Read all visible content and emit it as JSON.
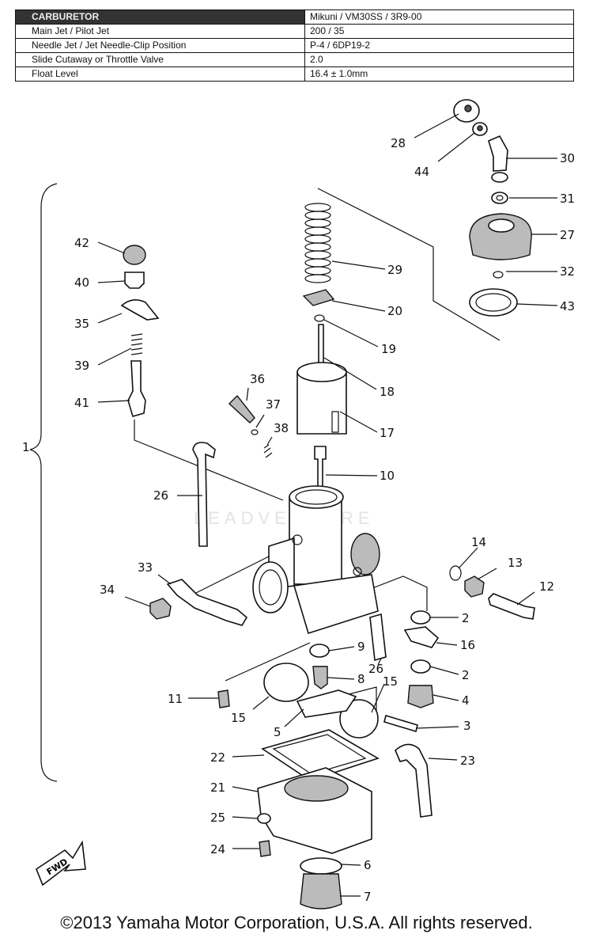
{
  "spec_table": {
    "rows": [
      {
        "label": "CARBURETOR",
        "value": "Mikuni / VM30SS / 3R9-00"
      },
      {
        "label": "Main Jet / Pilot Jet",
        "value": "200 / 35"
      },
      {
        "label": "Needle Jet / Jet Needle-Clip Position",
        "value": "P-4 / 6DP19-2"
      },
      {
        "label": "Slide Cutaway or Throttle Valve",
        "value": "2.0"
      },
      {
        "label": "Float Level",
        "value": "16.4 ± 1.0mm"
      }
    ]
  },
  "callouts": {
    "c1": "1",
    "c2a": "2",
    "c2b": "2",
    "c3": "3",
    "c4": "4",
    "c5": "5",
    "c6": "6",
    "c7": "7",
    "c8": "8",
    "c9": "9",
    "c10": "10",
    "c11": "11",
    "c12": "12",
    "c13": "13",
    "c14": "14",
    "c15a": "15",
    "c15b": "15",
    "c16": "16",
    "c17": "17",
    "c18": "18",
    "c19": "19",
    "c20": "20",
    "c21": "21",
    "c22": "22",
    "c23": "23",
    "c24": "24",
    "c25": "25",
    "c26a": "26",
    "c26b": "26",
    "c27": "27",
    "c28": "28",
    "c29": "29",
    "c30": "30",
    "c31": "31",
    "c32": "32",
    "c33": "33",
    "c34": "34",
    "c35": "35",
    "c36": "36",
    "c37": "37",
    "c38": "38",
    "c39": "39",
    "c40": "40",
    "c41": "41",
    "c42": "42",
    "c43": "43",
    "c44": "44"
  },
  "fwd_label": "FWD",
  "watermark": "LEADVENTURE",
  "copyright": "©2013 Yamaha Motor Corporation, U.S.A. All rights reserved."
}
